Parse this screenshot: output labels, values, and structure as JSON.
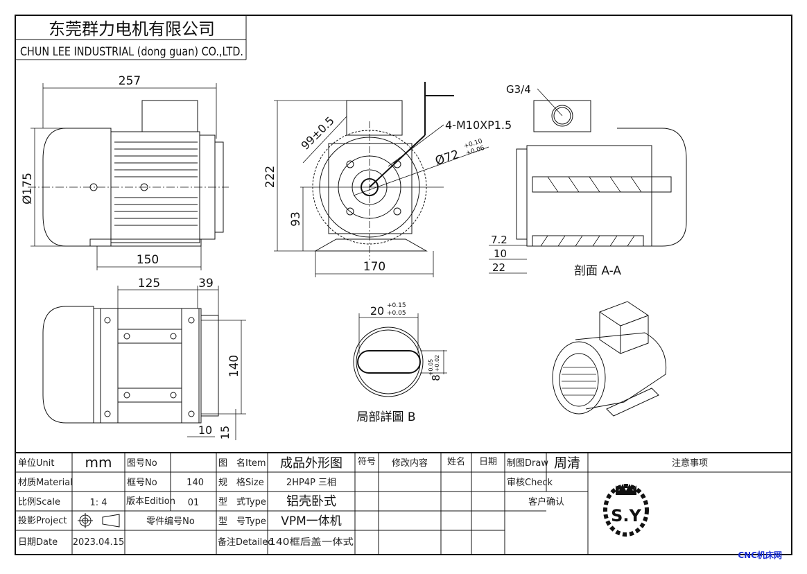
{
  "header": {
    "company_cn": "东莞群力电机有限公司",
    "company_en": "CHUN LEE INDUSTRIAL (dong guan) CO.,LTD."
  },
  "views": {
    "side": {
      "overall_length": "257",
      "diameter": "Ø175",
      "foot_length": "150"
    },
    "front": {
      "height": "222",
      "shaft_height": "93",
      "foot_width": "170",
      "flange_diag": "99±0.5",
      "spigot": "Ø72",
      "spigot_tol_upper": "+0.10",
      "spigot_tol_lower": "+0.06",
      "thread": "4-M10XP1.5"
    },
    "section": {
      "thread": "G3/4",
      "dim1": "7.2",
      "dim2": "10",
      "dim3": "22",
      "title": "剖面 A-A"
    },
    "bottom": {
      "foot_pitch": "125",
      "foot_offset": "39",
      "foot_span": "140",
      "dim_a": "10",
      "dim_b": "15"
    },
    "detail": {
      "width": "20",
      "width_tol_upper": "+0.15",
      "width_tol_lower": "+0.05",
      "depth": "8",
      "depth_tol_upper": "+0.05",
      "depth_tol_lower": "+0.02",
      "title": "局部詳圖 B"
    }
  },
  "title_block": {
    "unit_label": "单位Unit",
    "unit_value": "mm",
    "drawing_no_label": "图号No",
    "drawing_no_value": "",
    "item_label": "图　名Item",
    "item_value": "成品外形图",
    "material_label": "材质Material",
    "material_value": "",
    "frame_label": "框号No",
    "frame_value": "140",
    "size_label": "规　格Size",
    "size_value": "2HP4P  三相",
    "scale_label": "比例Scale",
    "scale_value": "1:  4",
    "edition_label": "版本Edition",
    "edition_value": "01",
    "type_label": "型　式Type",
    "type_value": "铝壳卧式",
    "project_label": "投影Project",
    "part_no_label": "零件编号No",
    "model_label": "型　号Type",
    "model_value": "VPM一体机",
    "date_label": "日期Date",
    "date_value": "2023.04.15",
    "remark_label": "备注Detailed",
    "remark_value": "140框后盖一体式",
    "rev_symbol": "符号",
    "rev_content": "修改内容",
    "rev_name": "姓名",
    "rev_date": "日期",
    "draw_label": "制图Draw",
    "draw_value": "周清",
    "check_label": "审核Check",
    "customer_confirm": "客户确认",
    "notes_label": "注意事项",
    "logo_text": "S.Y"
  },
  "watermark": "CNC机床网"
}
